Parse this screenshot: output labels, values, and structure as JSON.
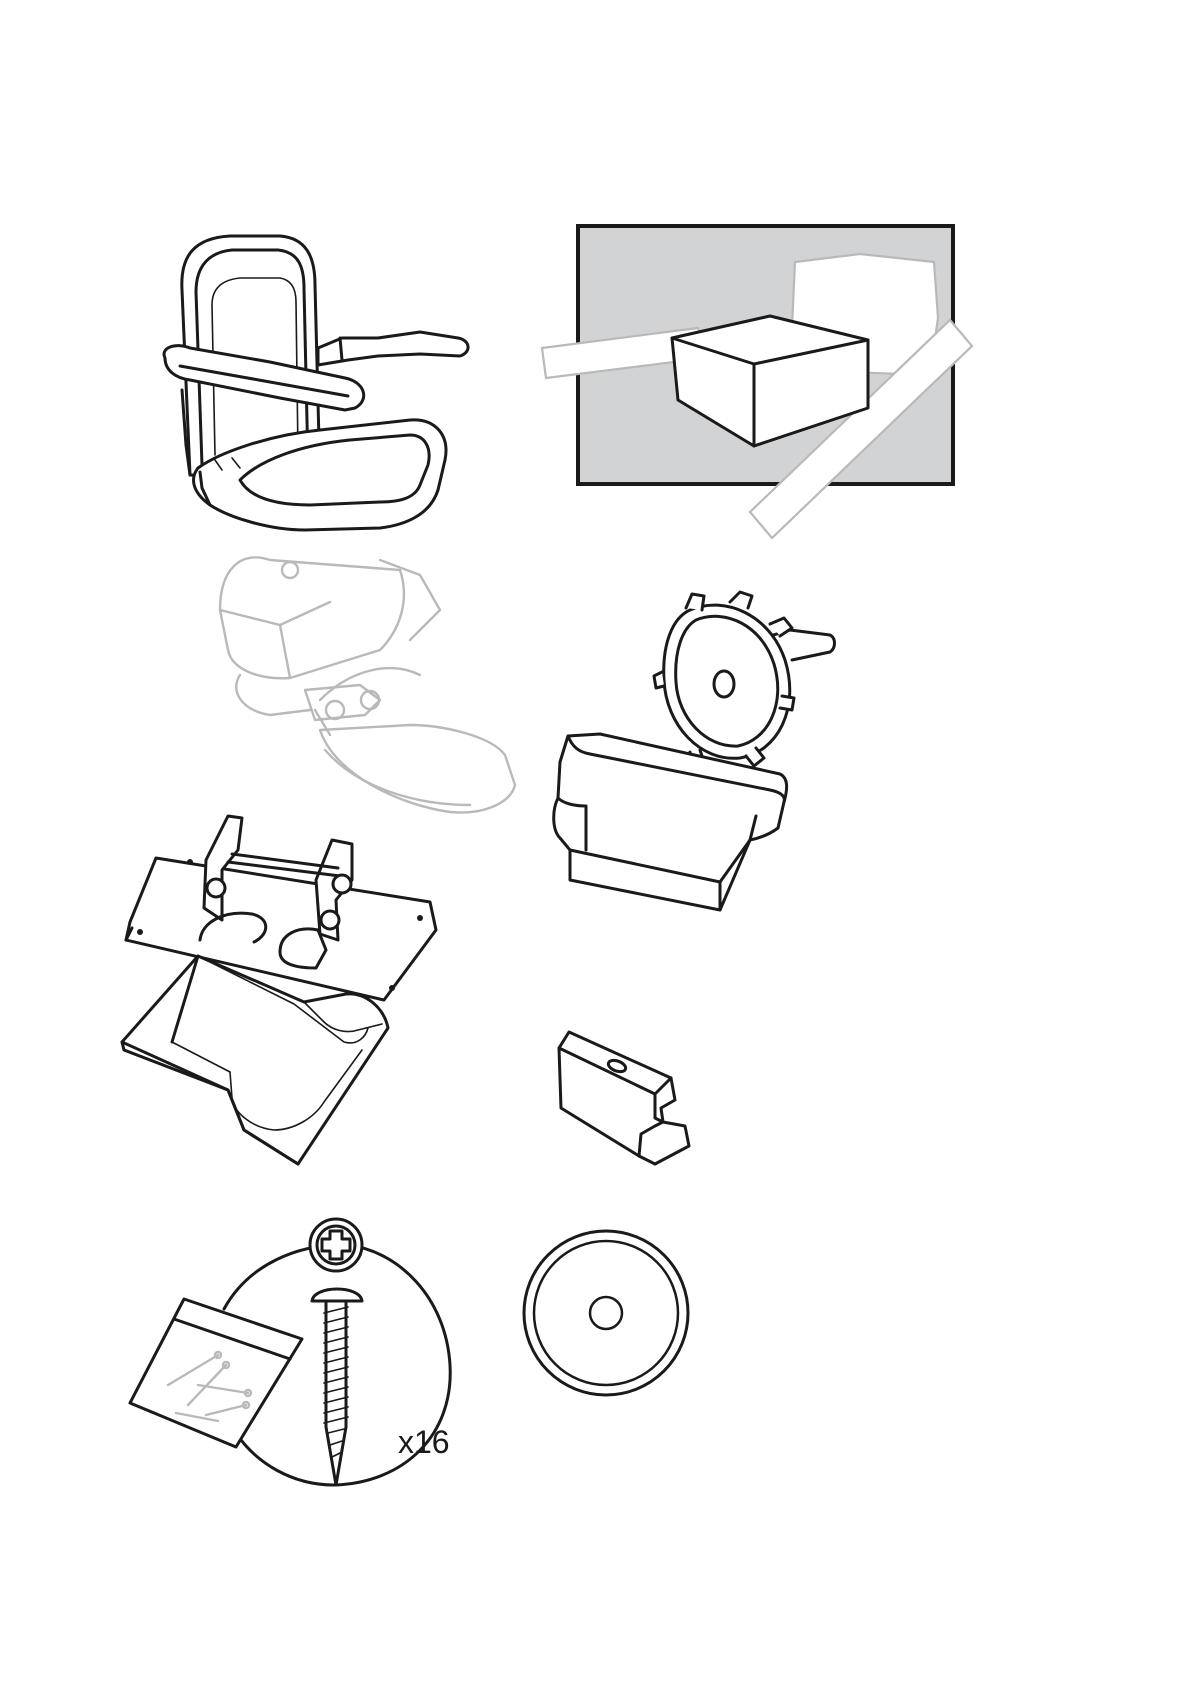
{
  "document": {
    "type": "parts-list-illustration",
    "parts": [
      {
        "id": "seat-chair",
        "icon": "stairlift-seat"
      },
      {
        "id": "packaging-box",
        "icon": "boxed-package"
      },
      {
        "id": "drive-wheel",
        "icon": "gear-wheel"
      },
      {
        "id": "mounting-bracket",
        "icon": "bracket-plate"
      },
      {
        "id": "seat-cover-block",
        "icon": "t-shaped-block"
      },
      {
        "id": "footrest-tray",
        "icon": "tray"
      },
      {
        "id": "end-stop-block",
        "icon": "stop-block"
      },
      {
        "id": "screw-pack",
        "icon": "screw-bag",
        "quantity_label": "x16"
      },
      {
        "id": "round-washer",
        "icon": "washer-disc"
      }
    ],
    "colors": {
      "ink": "#1a1a1a",
      "grey_fill": "#d1d3d4",
      "ghost": "#b9b9b9"
    }
  }
}
